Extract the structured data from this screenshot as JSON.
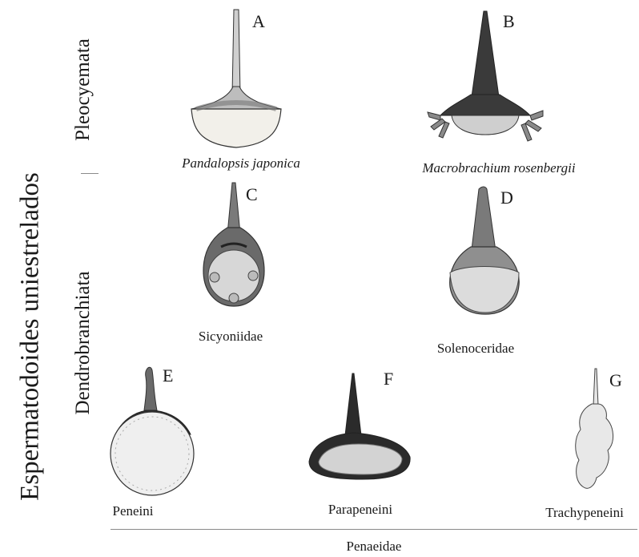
{
  "main_title": "Espermatodoides uniestrelados",
  "groups": {
    "pleocyemata": "Pleocyemata",
    "dendrobranchiata": "Dendrobranchiata"
  },
  "panels": [
    {
      "letter": "A",
      "caption": "Pandalopsis japonica"
    },
    {
      "letter": "B",
      "caption": "Macrobrachium rosenbergii"
    },
    {
      "letter": "C",
      "caption": "Sicyoniidae"
    },
    {
      "letter": "D",
      "caption": "Solenoceridae"
    },
    {
      "letter": "E",
      "caption": "Peneini"
    },
    {
      "letter": "F",
      "caption": "Parapeneini"
    },
    {
      "letter": "G",
      "caption": "Trachypeneini"
    }
  ],
  "bottom_group": "Penaeidae",
  "colors": {
    "dark_cap": "#2b2b2b",
    "grey_body": "#6e6e6e",
    "light_body": "#d9d9d9",
    "pale_fill": "#ececec",
    "rule": "#8a8a8a"
  }
}
